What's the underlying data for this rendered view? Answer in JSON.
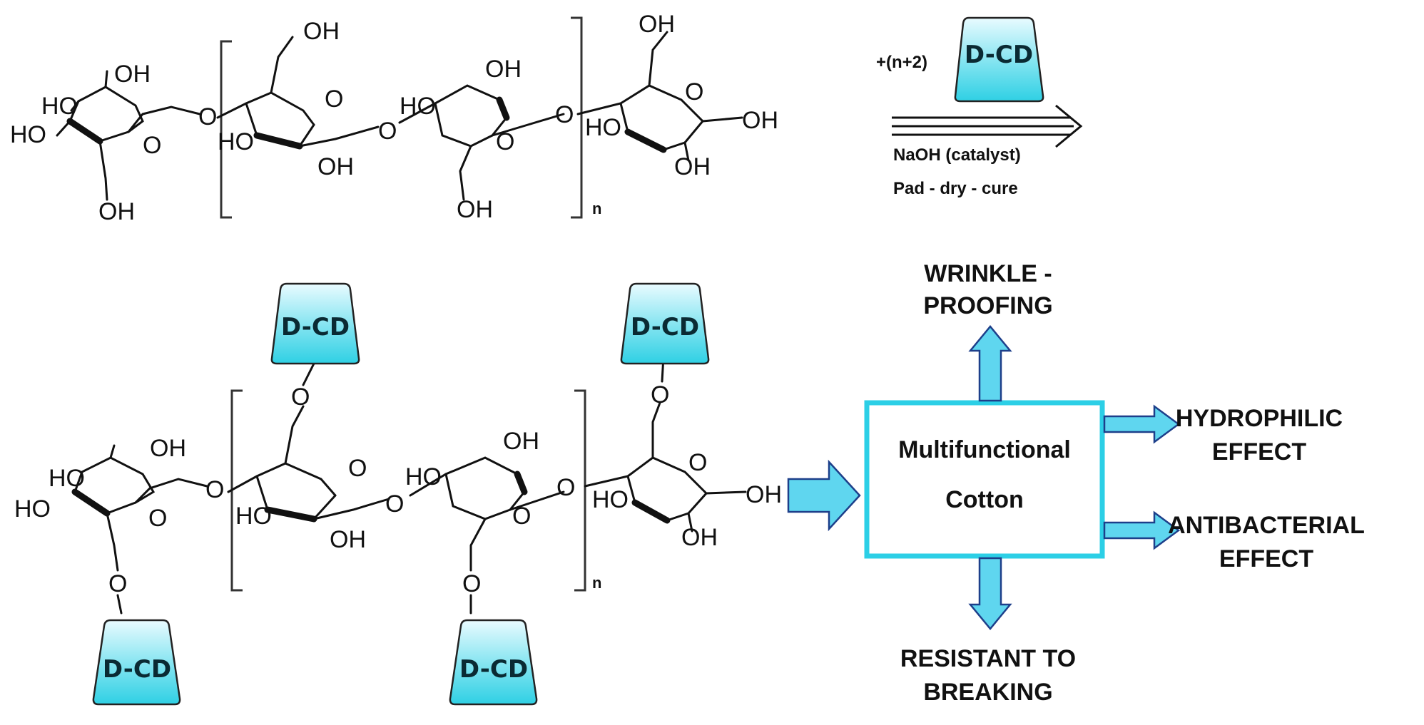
{
  "labels": {
    "oh": "OH",
    "ho": "HO",
    "o": "O",
    "n": "n"
  },
  "reagent": {
    "coefficient": "+(n+2)",
    "cd_label": "D-CD"
  },
  "conditions": {
    "catalyst": "NaOH (catalyst)",
    "process": "Pad - dry - cure"
  },
  "center_box": {
    "line1": "Multifunctional",
    "line2": "Cotton"
  },
  "effects": {
    "top_line1": "WRINKLE -",
    "top_line2": "PROOFING",
    "right1_line1": "HYDROPHILIC",
    "right1_line2": "EFFECT",
    "right2_line1": "ANTIBACTERIAL",
    "right2_line2": "EFFECT",
    "bottom_line1": "RESISTANT TO",
    "bottom_line2": "BREAKING"
  },
  "colors": {
    "cd_fill_top": "#e9fbff",
    "cd_fill_bottom": "#2fd0e4",
    "box_border": "#2ccfe6",
    "arrow_fill": "#5fd6ef",
    "arrow_stroke": "#1d3f8a"
  }
}
